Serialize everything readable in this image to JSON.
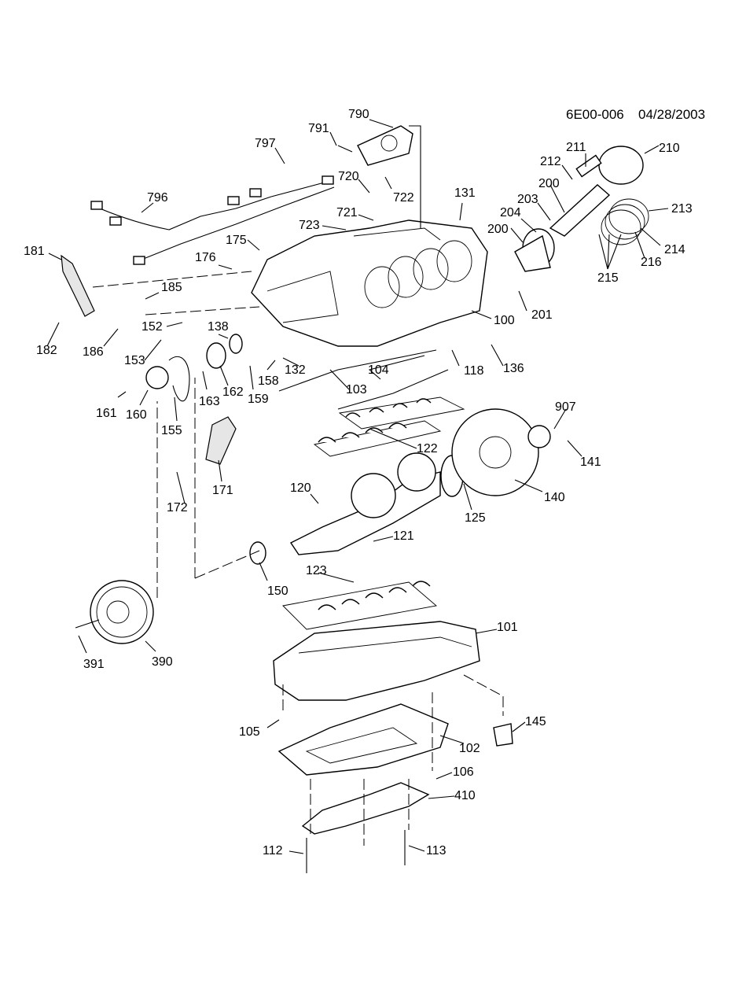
{
  "header": {
    "code": "6E00-006",
    "date": "04/28/2003"
  },
  "callouts": {
    "c100": "100",
    "c101": "101",
    "c102": "102",
    "c104": "104",
    "c103": "103",
    "c105": "105",
    "c106": "106",
    "c112": "112",
    "c113": "113",
    "c118": "118",
    "c120": "120",
    "c121": "121",
    "c122": "122",
    "c123": "123",
    "c125": "125",
    "c131": "131",
    "c132": "132",
    "c136": "136",
    "c138": "138",
    "c140": "140",
    "c141": "141",
    "c145": "145",
    "c150": "150",
    "c152": "152",
    "c153": "153",
    "c155": "155",
    "c158": "158",
    "c159": "159",
    "c160": "160",
    "c161": "161",
    "c162": "162",
    "c163": "163",
    "c171": "171",
    "c172": "172",
    "c175": "175",
    "c176": "176",
    "c181": "181",
    "c182": "182",
    "c185": "185",
    "c186": "186",
    "c200a": "200",
    "c200b": "200",
    "c201": "201",
    "c203": "203",
    "c204": "204",
    "c210": "210",
    "c211": "211",
    "c212": "212",
    "c213": "213",
    "c214": "214",
    "c215": "215",
    "c216": "216",
    "c390": "390",
    "c391": "391",
    "c410": "410",
    "c720": "720",
    "c721": "721",
    "c722": "722",
    "c723": "723",
    "c790": "790",
    "c791": "791",
    "c796": "796",
    "c797": "797",
    "c907": "907"
  }
}
